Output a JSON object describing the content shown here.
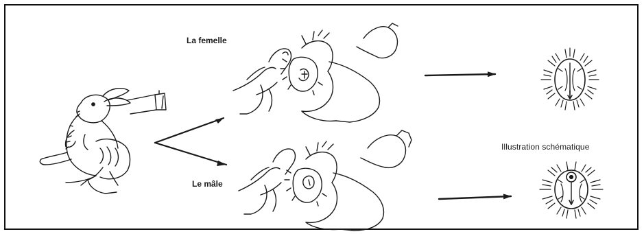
{
  "labels": {
    "female": "La femelle",
    "male": "Le mâle",
    "schematic": "Illustration schématique"
  },
  "colors": {
    "ink": "#1a1a1a",
    "border": "#111111",
    "background": "#ffffff"
  },
  "icons": {
    "rabbit": "rabbit-held-in-hands-icon",
    "female_hands": "female-sexing-hands-icon",
    "male_hands": "male-sexing-hands-icon",
    "female_schematic": "female-genital-schematic-icon",
    "male_schematic": "male-genital-schematic-icon",
    "arrow": "arrow-right-icon"
  }
}
